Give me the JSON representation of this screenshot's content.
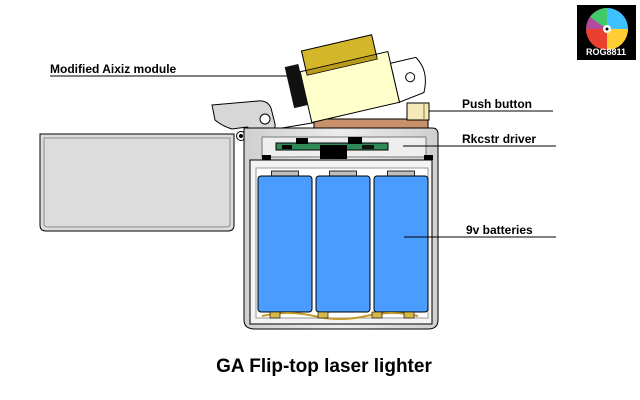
{
  "title": "GA  Flip-top laser lighter",
  "labels": {
    "module": "Modified Aixiz module",
    "push_button": "Push button",
    "driver": "Rkcstr driver",
    "batteries": "9v batteries"
  },
  "logo": {
    "text": "ROG8811"
  },
  "colors": {
    "battery": "#4a9cff",
    "module_cap": "#d4b62a",
    "driver_board": "#2e8b57",
    "push_button": "#f5e9b8",
    "switch_plate": "#c8916a",
    "case_fill": "#e2e2e2",
    "lid_fill": "#dcdcdc"
  },
  "components": {
    "battery_count": 3
  }
}
